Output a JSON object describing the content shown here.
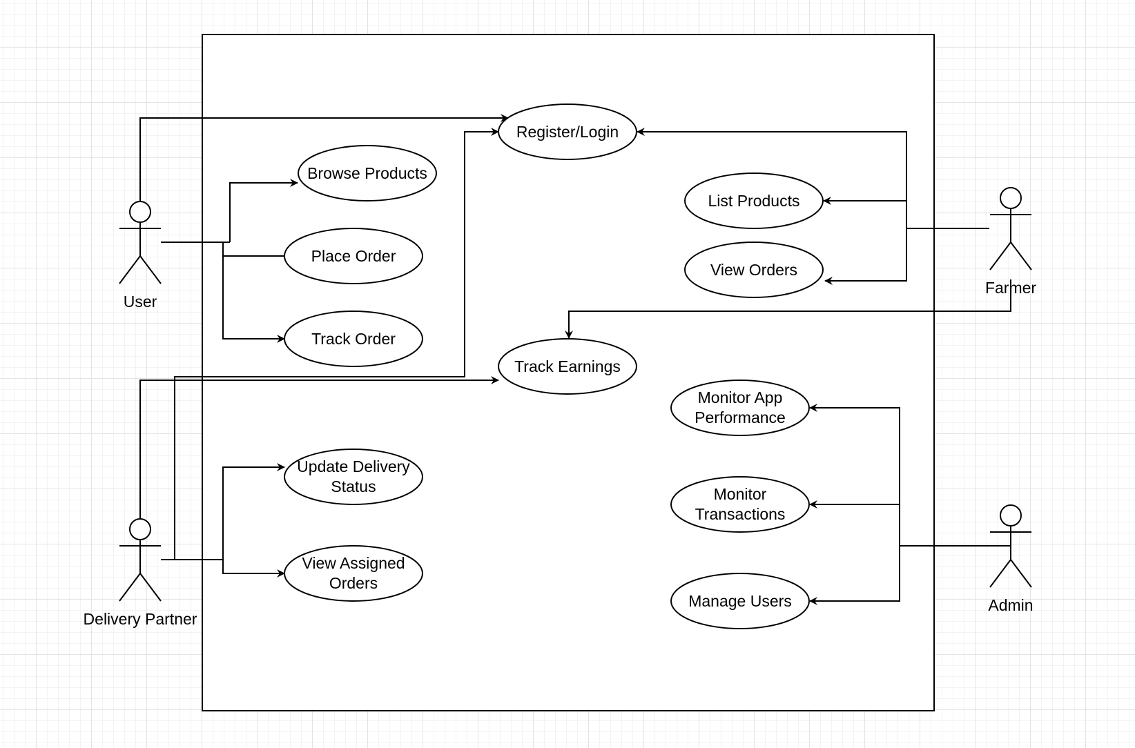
{
  "actors": {
    "user": "User",
    "farmer": "Farmer",
    "delivery_partner": "Delivery Partner",
    "admin": "Admin"
  },
  "use_cases": {
    "register_login": "Register/Login",
    "browse_products": "Browse Products",
    "place_order": "Place Order",
    "track_order": "Track Order",
    "list_products": "List Products",
    "view_orders": "View Orders",
    "track_earnings": "Track Earnings",
    "update_delivery_status": [
      "Update Delivery",
      "Status"
    ],
    "view_assigned_orders": [
      "View Assigned",
      "Orders"
    ],
    "monitor_app_performance": [
      "Monitor App",
      "Performance"
    ],
    "monitor_transactions": [
      "Monitor",
      "Transactions"
    ],
    "manage_users": "Manage Users"
  },
  "colors": {
    "stroke": "#000000",
    "background": "#ffffff",
    "grid": "#e4e4e4"
  }
}
